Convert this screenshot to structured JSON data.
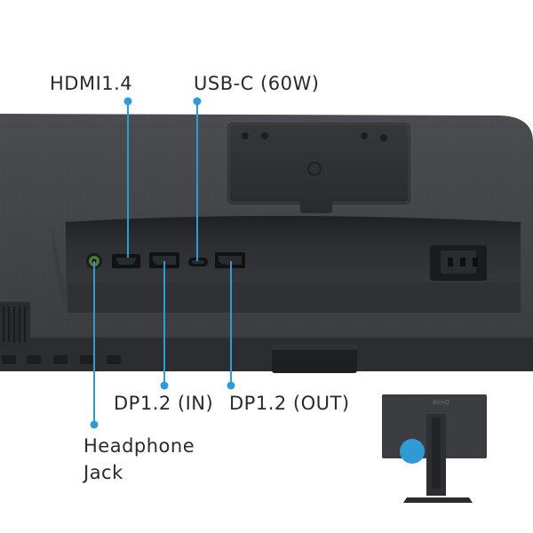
{
  "callouts": {
    "hdmi": "HDMI1.4",
    "usbc": "USB-C (60W)",
    "dp_in": "DP1.2 (IN)",
    "dp_out": "DP1.2 (OUT)",
    "headphone_line1": "Headphone",
    "headphone_line2": "Jack"
  },
  "brand_logo_text": "BenQ",
  "colors": {
    "callout_line": "#2f9bd5",
    "monitor_body": "#3b3d40",
    "port_panel": "#2e3033",
    "background": "#ffffff"
  }
}
